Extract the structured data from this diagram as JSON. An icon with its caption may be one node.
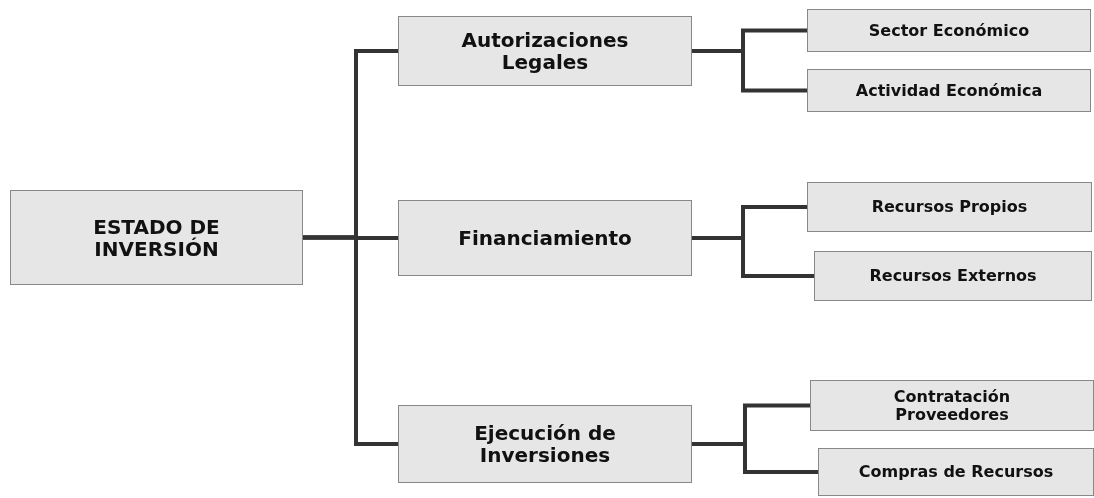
{
  "diagram": {
    "nodes": [
      {
        "text": [
          "ESTADO DE INVERSIÓN"
        ]
      },
      {
        "text": [
          "Autorizaciones Legales"
        ]
      },
      {
        "text": [
          "Financiamiento"
        ]
      },
      {
        "text": [
          "Ejecución de Inversiones"
        ]
      },
      {
        "text": [
          "Sector Económico"
        ]
      },
      {
        "text": [
          "Actividad Económica"
        ]
      },
      {
        "text": [
          "Recursos Propios"
        ]
      },
      {
        "text": [
          "Recursos Externos"
        ]
      },
      {
        "text": [
          "Contratación Proveedores"
        ]
      },
      {
        "text": [
          "Compras de Recursos"
        ]
      }
    ],
    "edges": [
      {
        "from": 0,
        "to": 1,
        "arrow": "none"
      },
      {
        "from": 0,
        "to": 2,
        "arrow": "none"
      },
      {
        "from": 0,
        "to": 3,
        "arrow": "none"
      },
      {
        "from": 1,
        "to": 4,
        "arrow": "none"
      },
      {
        "from": 1,
        "to": 5,
        "arrow": "none"
      },
      {
        "from": 2,
        "to": 6,
        "arrow": "none"
      },
      {
        "from": 2,
        "to": 7,
        "arrow": "none"
      },
      {
        "from": 3,
        "to": 8,
        "arrow": "none"
      },
      {
        "from": 3,
        "to": 9,
        "arrow": "none"
      }
    ]
  }
}
